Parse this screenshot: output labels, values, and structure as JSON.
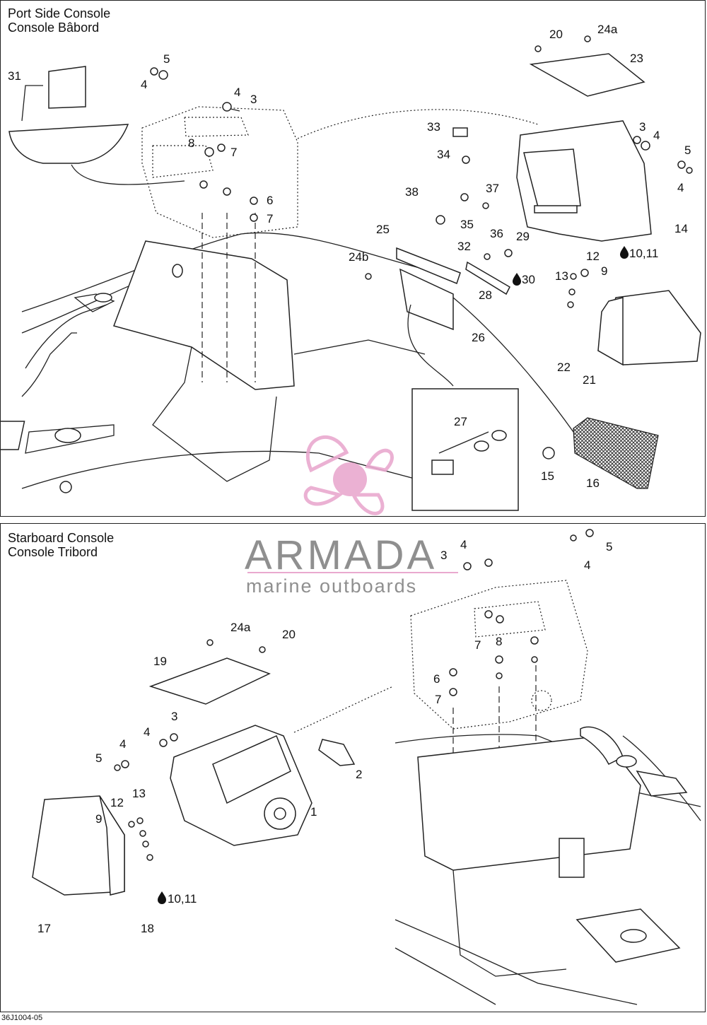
{
  "top_panel": {
    "title_en": "Port Side Console",
    "title_fr": "Console Bâbord",
    "callouts": [
      "31",
      "5",
      "4",
      "4",
      "3",
      "8",
      "7",
      "6",
      "7",
      "20",
      "24a",
      "23",
      "3",
      "4",
      "5",
      "4",
      "33",
      "34",
      "14",
      "38",
      "37",
      "35",
      "36",
      "25",
      "32",
      "29",
      "30",
      "24b",
      "28",
      "12",
      "9",
      "10,11",
      "13",
      "26",
      "22",
      "21",
      "27",
      "15",
      "16"
    ]
  },
  "bottom_panel": {
    "title_en": "Starboard Console",
    "title_fr": "Console Tribord",
    "callouts": [
      "3",
      "4",
      "5",
      "4",
      "7",
      "8",
      "6",
      "7",
      "24a",
      "20",
      "19",
      "3",
      "4",
      "4",
      "5",
      "2",
      "1",
      "13",
      "12",
      "9",
      "10,11",
      "17",
      "18"
    ]
  },
  "watermark": {
    "brand": "ARMADA",
    "tagline": "marine outboards",
    "brand_color": "#8f8f8f",
    "accent_color": "#e9a9cf"
  },
  "footer": {
    "code": "36J1004-05"
  },
  "icons": {
    "drop": "drop-icon"
  }
}
